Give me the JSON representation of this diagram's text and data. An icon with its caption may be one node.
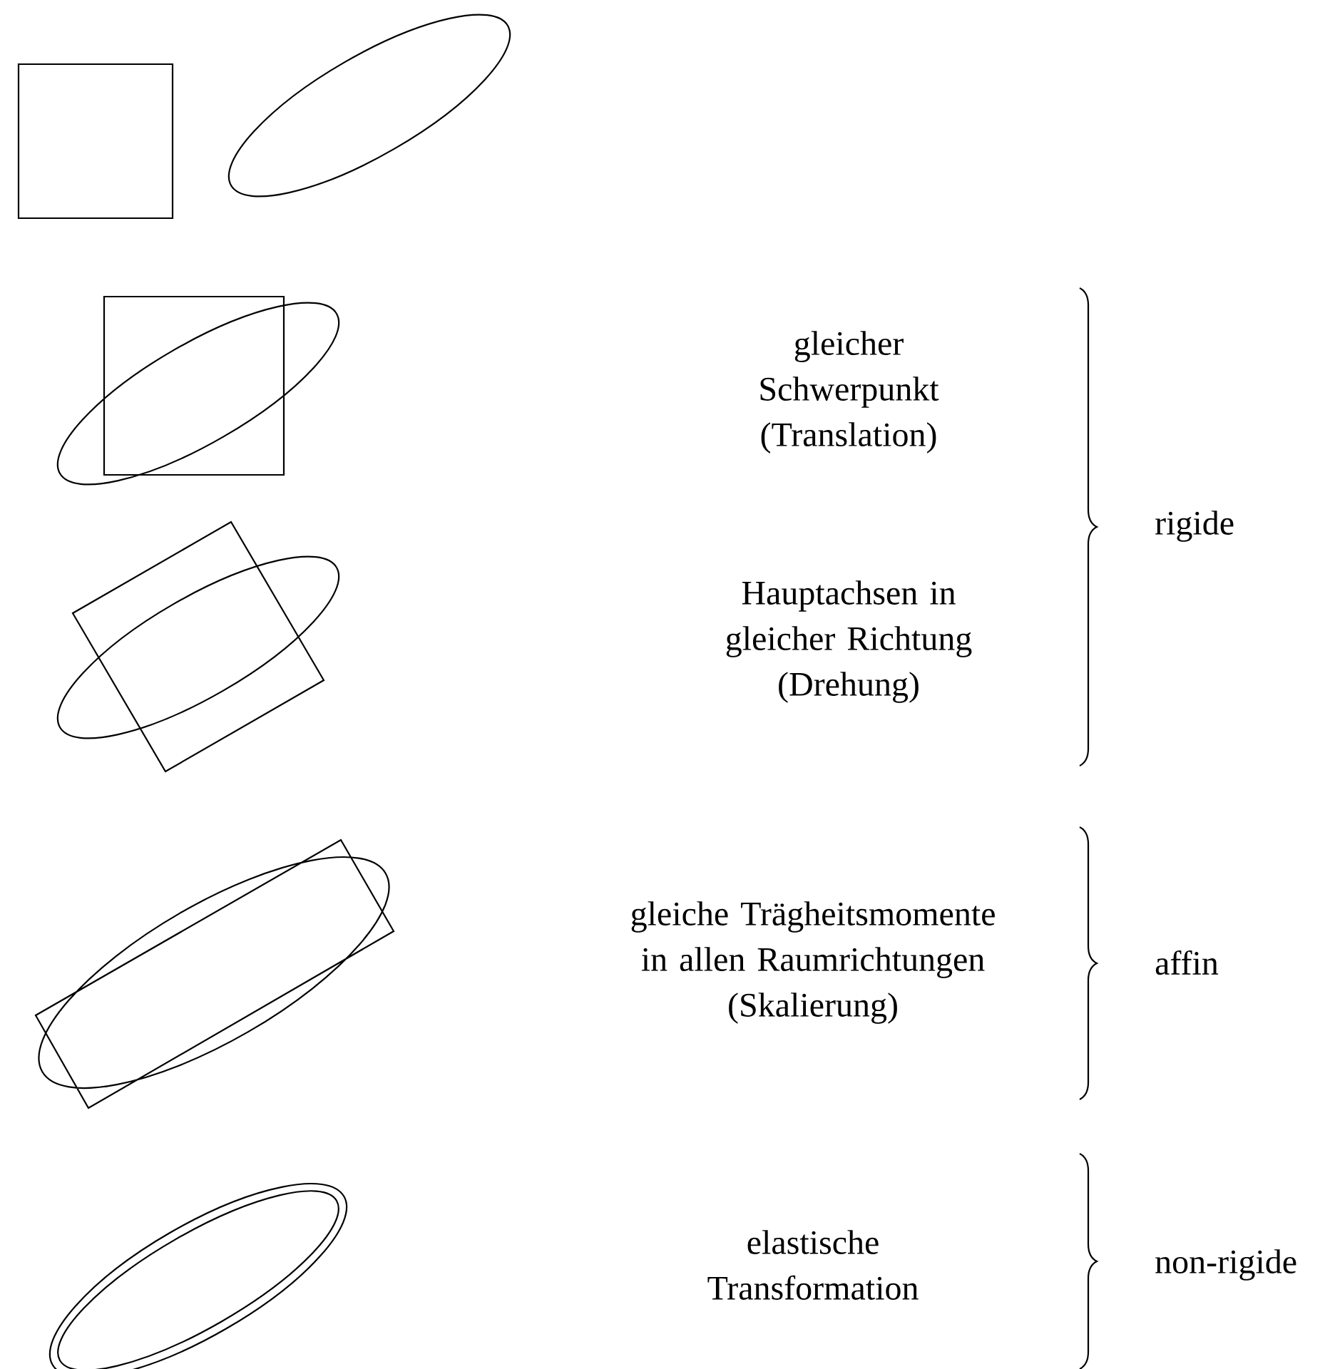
{
  "diagram": {
    "labels": [
      "gleicher Schwerpunkt (Translation)",
      "Hauptachsen in gleicher Richtung (Drehung)",
      "rigide",
      "gleiche Trägheitsmomente in allen Raumrichtungen (Skalierung)",
      "affin",
      "elastische Transformation",
      "non-rigide"
    ]
  }
}
